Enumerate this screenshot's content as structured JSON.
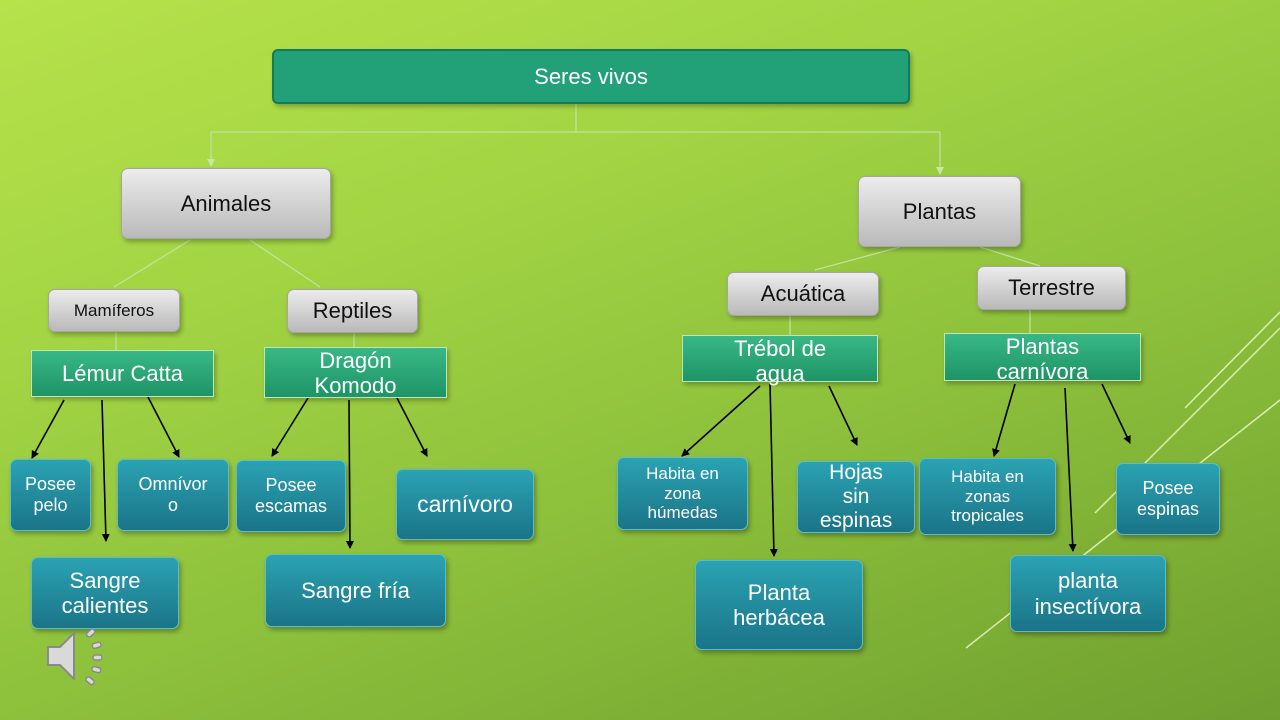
{
  "root": "Seres vivos",
  "level1": {
    "animales": "Animales",
    "plantas": "Plantas"
  },
  "animales": {
    "mamiferos": "Mamíferos",
    "reptiles": "Reptiles",
    "mamifero_example": "Lémur Catta",
    "reptil_example": "Dragón Komodo",
    "lemur_traits": {
      "pelo": "Posee pelo",
      "omnivoro": "Omnívor o",
      "sangre": "Sangre calientes"
    },
    "dragon_traits": {
      "escamas": "Posee escamas",
      "carnivoro": "carnívoro",
      "sangre": "Sangre fría"
    }
  },
  "plantas": {
    "acuatica": "Acuática",
    "terrestre": "Terrestre",
    "acuatica_example": "Trébol de agua",
    "terrestre_example": "Plantas carnívora",
    "trebol_traits": {
      "habita": "Habita en zona húmedas",
      "hojas": "Hojas sin espinas",
      "tipo": "Planta herbácea"
    },
    "carnivora_traits": {
      "habita": "Habita en zonas tropicales",
      "espinas": "Posee espinas",
      "tipo": "planta insectívora"
    }
  },
  "icons": {
    "audio": "speaker-icon"
  },
  "colors": {
    "root_box": "#22a078",
    "example_box": "#2aa57a",
    "trait_box": "#1f8c9e",
    "category_box": "#d8d8d8"
  }
}
